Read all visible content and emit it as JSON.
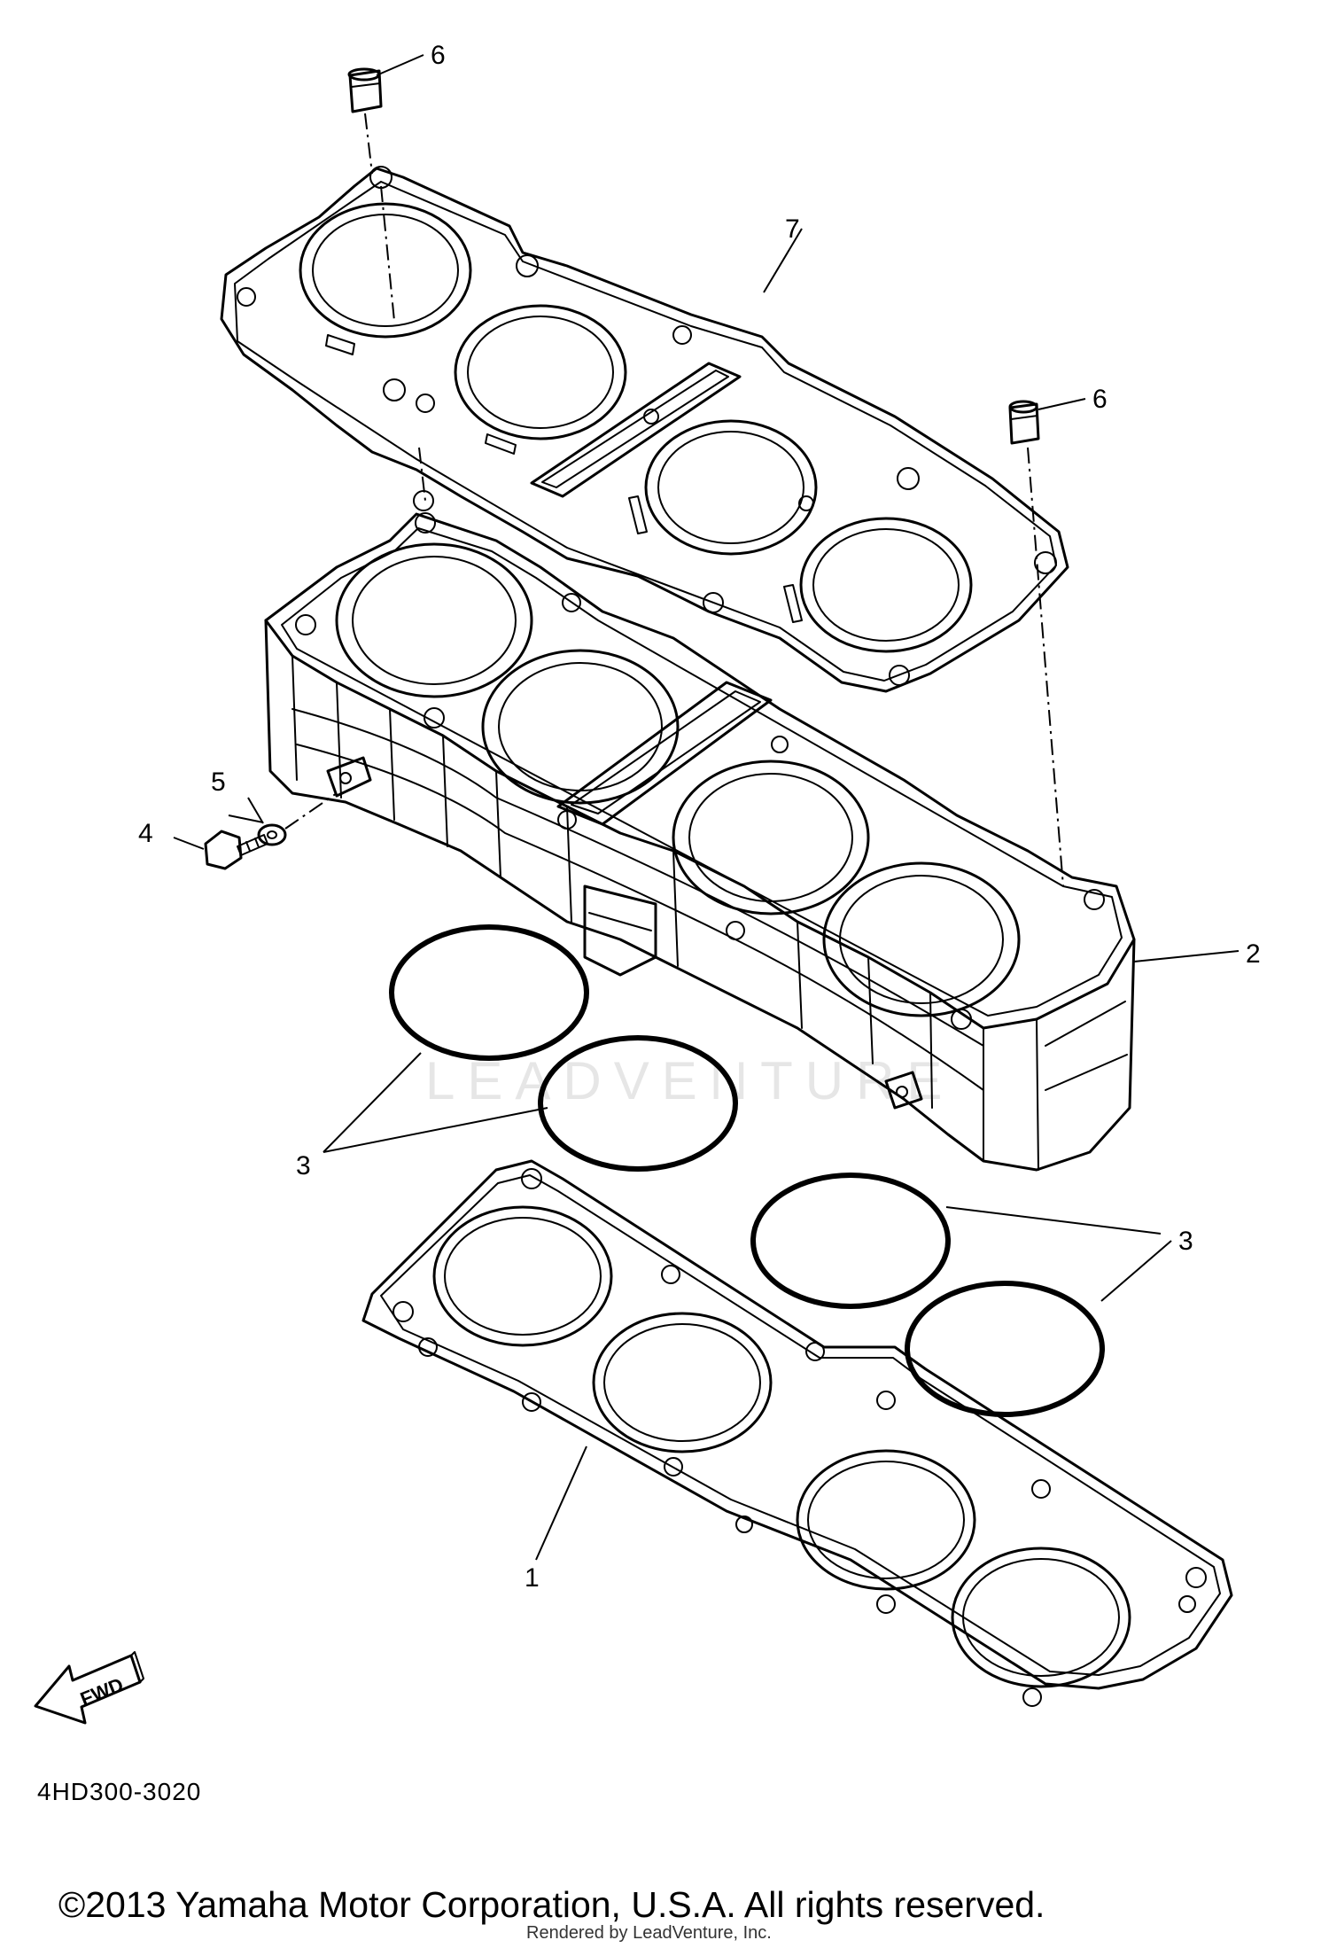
{
  "diagram": {
    "callouts": {
      "c1": "1",
      "c2": "2",
      "c3a": "3",
      "c3b": "3",
      "c4": "4",
      "c5": "5",
      "c6a": "6",
      "c6b": "6",
      "c7": "7"
    },
    "fwd_label": "FWD",
    "diagram_code": "4HD300-3020",
    "watermark": "LEADVENTURE",
    "copyright": "©2013 Yamaha Motor Corporation, U.S.A. All rights reserved.",
    "rendered_by": "Rendered by LeadVenture, Inc."
  }
}
